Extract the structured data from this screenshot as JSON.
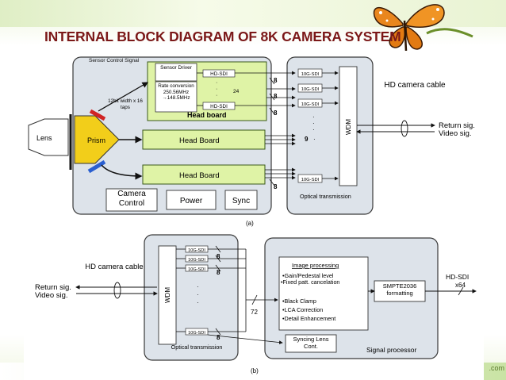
{
  "title": "INTERNAL BLOCK DIAGRAM OF 8K CAMERA SYSTEM",
  "corner_text": ".com",
  "diagram_a": {
    "caption": "(a)",
    "sensor_control_signal": "Sensor Control Signal",
    "sensor_driver": "Sensor Driver",
    "rate_conversion": "Rate conversion 250.56MHz →148.5MHz",
    "hd_sdi": "HD-SDI",
    "channel_count": "24",
    "head_board_top": "Head board",
    "bit_width": "12bit width x 16 taps",
    "lens": "Lens",
    "prism": "Prism",
    "head_board_mid": "Head Board",
    "head_board_bottom": "Head Board",
    "ten_g_sdi": "10G-SDI",
    "lane_8": "8",
    "lane_9": "9",
    "wdm": "WDM",
    "optical_transmission": "Optical transmission",
    "camera_control": "Camera Control",
    "power": "Power",
    "sync": "Sync",
    "hd_camera_cable": "HD camera cable",
    "return_sig": "Return sig.",
    "video_sig": "Video sig."
  },
  "diagram_b": {
    "caption": "(b)",
    "hd_camera_cable": "HD camera cable",
    "return_sig": "Return sig.",
    "video_sig": "Video sig.",
    "wdm": "WDM",
    "ten_g_sdi": "10G-SDI",
    "lane_8": "8",
    "bus_72": "72",
    "optical_transmission": "Optical transmission",
    "image_processing_title": "Image processing",
    "image_processing_items": [
      "•Gain/Pedestal level",
      "•Fixed patt. cancelation",
      "•Black Clamp",
      "•LCA Correction",
      "•Detail Enhancement"
    ],
    "smpte": "SMPTE2036 formatting",
    "hd_sdi_out": "HD-SDI",
    "x64": "x64",
    "syncing_lens": "Syncing Lens Cont.",
    "signal_processor": "Signal processor"
  },
  "colors": {
    "title": "#7b1818",
    "panel_fill": "#dde3ea",
    "panel_stroke": "#3a3a3a",
    "green_block": "#dff3a6",
    "green_stroke": "#3a5a1a",
    "prism": "#f2ce1a",
    "red_filter": "#d02424",
    "blue_filter": "#2a5fd0"
  }
}
